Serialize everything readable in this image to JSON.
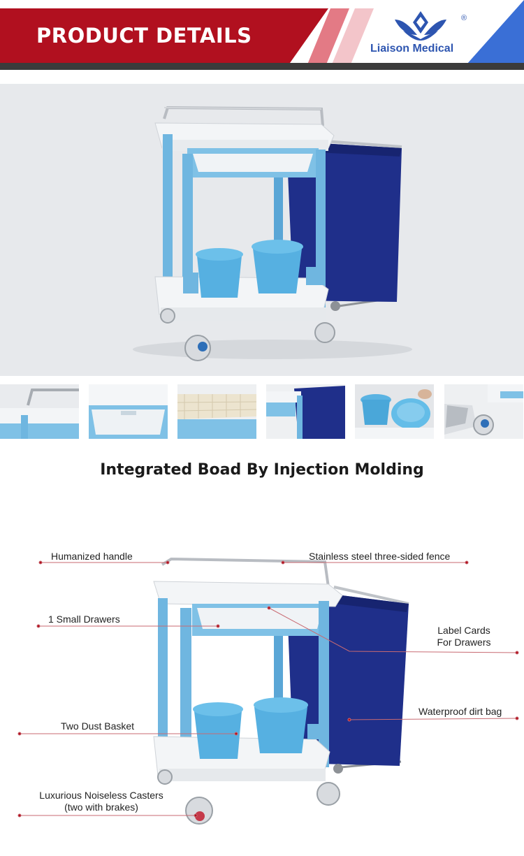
{
  "header": {
    "title": "PRODUCT DETAILS",
    "brand": "Liaison Medical",
    "registered_mark": "®",
    "logo_icon": "lotus-logo-icon",
    "colors": {
      "banner_red": "#b1101f",
      "accent_blue": "#3a6fd6",
      "bar_dark": "#3b3b3b",
      "brand_blue": "#2d55b0"
    }
  },
  "section": {
    "title": "Integrated Boad By Injection Molding"
  },
  "callouts": {
    "handle": "Humanized handle",
    "fence": "Stainless steel three-sided fence",
    "drawers": "1 Small Drawers",
    "label_cards_line1": "Label Cards",
    "label_cards_line2": "For Drawers",
    "dirt_bag": "Waterproof dirt bag",
    "dust_basket": "Two Dust Basket",
    "casters_line1": "Luxurious Noiseless Casters",
    "casters_line2": "(two with brakes)"
  },
  "product_colors": {
    "frame_blue": "#6fb6e0",
    "tray_white": "#f2f4f6",
    "bag_navy": "#1f2f8a",
    "bucket_blue": "#5ab3e2"
  }
}
